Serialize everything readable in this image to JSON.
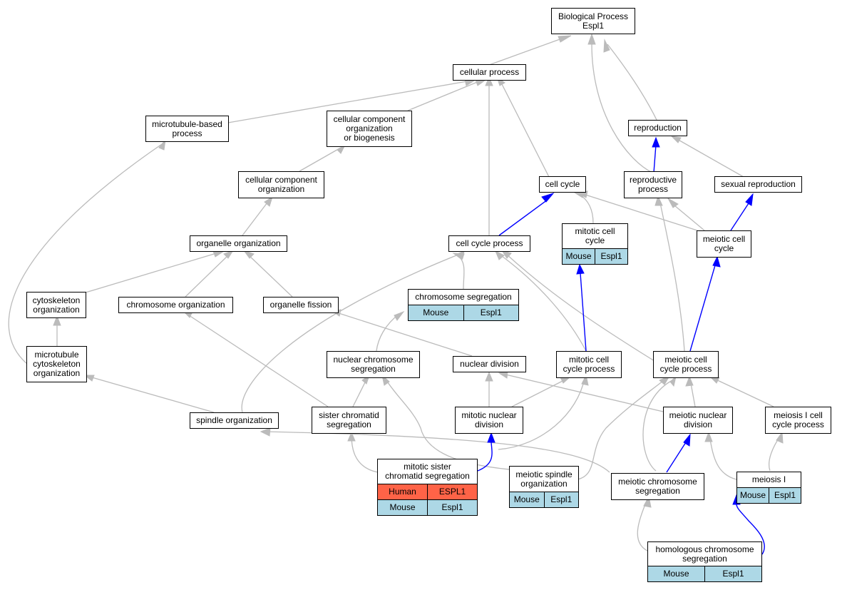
{
  "colors": {
    "edge_gray": "#bbbbbb",
    "edge_blue": "#0000ff",
    "mouse_cell": "#add8e6",
    "human_cell": "#ff6347"
  },
  "nodes": {
    "bp": "Biological Process\nEspl1",
    "cellular_process": "cellular process",
    "microtubule_based_process": "microtubule-based\nprocess",
    "ccob": "cellular component\norganization\nor biogenesis",
    "cco": "cellular component\norganization",
    "reproduction": "reproduction",
    "cell_cycle": "cell cycle",
    "reproductive_process": "reproductive\nprocess",
    "sexual_reproduction": "sexual reproduction",
    "organelle_organization": "organelle organization",
    "cell_cycle_process": "cell cycle process",
    "mitotic_cell_cycle": "mitotic cell\ncycle",
    "meiotic_cell_cycle": "meiotic cell\ncycle",
    "cytoskeleton_organization": "cytoskeleton\norganization",
    "chromosome_organization": "chromosome organization",
    "organelle_fission": "organelle fission",
    "chromosome_segregation": "chromosome segregation",
    "mt_cytoskeleton_organization": "microtubule\ncytoskeleton\norganization",
    "nuclear_chromosome_segregation": "nuclear chromosome\nsegregation",
    "nuclear_division": "nuclear division",
    "mitotic_cell_cycle_process": "mitotic cell\ncycle process",
    "meiotic_cell_cycle_process": "meiotic cell\ncycle process",
    "spindle_organization": "spindle organization",
    "sister_chromatid_segregation": "sister chromatid\nsegregation",
    "mitotic_nuclear_division": "mitotic nuclear\ndivision",
    "meiotic_nuclear_division": "meiotic nuclear\ndivision",
    "meiosis_i_cell_cycle_process": "meiosis I cell\ncycle process",
    "mitotic_sister_chromatid_segregation": "mitotic sister\nchromatid segregation",
    "meiotic_spindle_organization": "meiotic spindle\norganization",
    "meiotic_chromosome_segregation": "meiotic chromosome\nsegregation",
    "meiosis_i": "meiosis I",
    "homologous_chromosome_segregation": "homologous chromosome\nsegregation"
  },
  "annotations": {
    "mouse_species": "Mouse",
    "mouse_gene": "Espl1",
    "human_species": "Human",
    "human_gene": "ESPL1"
  }
}
